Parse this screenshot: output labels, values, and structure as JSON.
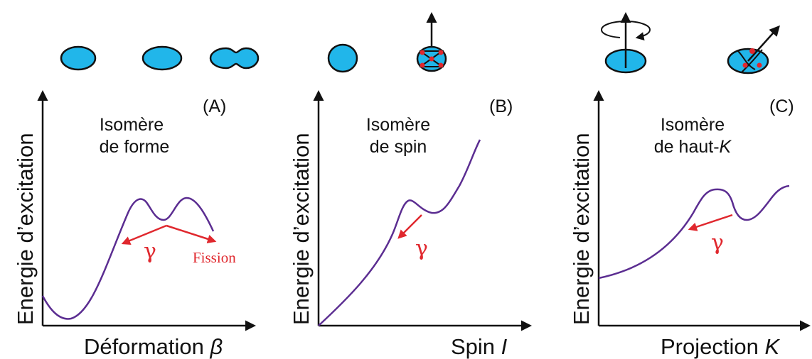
{
  "colors": {
    "axis": "#111111",
    "curve": "#5b2d91",
    "arrow": "#e0282e",
    "nucleus_fill": "#21b6ea",
    "nucleus_stroke": "#111111",
    "nucleon": "#e0282e"
  },
  "icons": [
    "ellipse-nucleus",
    "dumbbell-nucleus",
    "spin-arrow",
    "rotation-loop"
  ],
  "panels": [
    {
      "tag": "(A)",
      "isomer_lines": [
        "Isomère",
        "de forme"
      ],
      "ylabel": "Energie d’excitation",
      "xlabel_text": "Déformation ",
      "xlabel_symbol": "β",
      "gamma": "γ",
      "fission": "Fission"
    },
    {
      "tag": "(B)",
      "isomer_lines": [
        "Isomère",
        "de spin"
      ],
      "ylabel": "Energie d’excitation",
      "xlabel_text": "Spin ",
      "xlabel_symbol": "I",
      "gamma": "γ"
    },
    {
      "tag": "(C)",
      "isomer_line1": "Isomère",
      "isomer_line2_text": "de haut-",
      "isomer_line2_symbol": "K",
      "ylabel": "Energie d’excitation",
      "xlabel_text": "Projection ",
      "xlabel_symbol": "K",
      "gamma": "γ"
    }
  ]
}
